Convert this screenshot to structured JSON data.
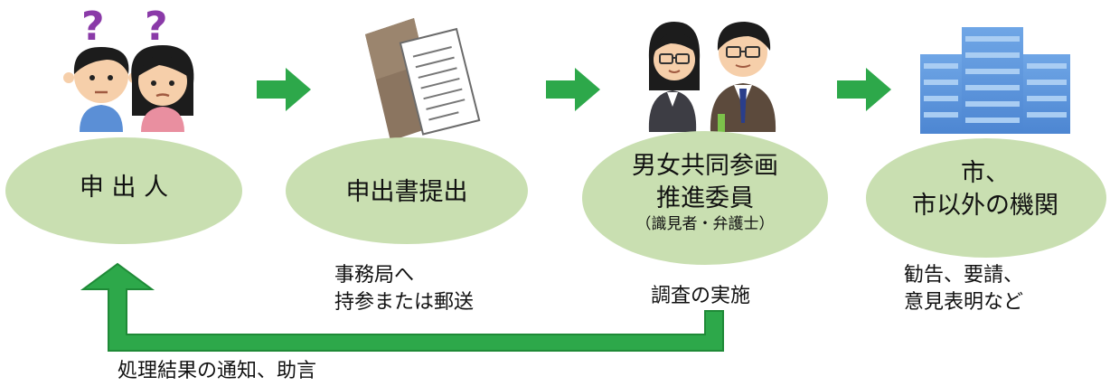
{
  "colors": {
    "ellipse": "#c9dfb1",
    "arrow": "#2da84a",
    "arrow_dark": "#1f8a37"
  },
  "steps": [
    {
      "id": "applicant",
      "line1": "申 出 人",
      "line2": "",
      "sub": "",
      "icon": "applicant-pair-icon"
    },
    {
      "id": "submission",
      "line1": "申出書提出",
      "line2": "",
      "sub": "",
      "icon": "envelope-document-icon"
    },
    {
      "id": "committee",
      "line1": "男女共同参画",
      "line2": "推進委員",
      "sub": "（識見者・弁護士）",
      "icon": "committee-members-icon"
    },
    {
      "id": "agency",
      "line1": "市、",
      "line2": "市以外の機関",
      "sub": "",
      "icon": "office-building-icon"
    }
  ],
  "notes": {
    "submission": [
      "事務局へ",
      "持参または郵送"
    ],
    "committee": "調査の実施",
    "agency": [
      "勧告、要請、",
      "意見表明など"
    ]
  },
  "feedback": "処理結果の通知、助言"
}
